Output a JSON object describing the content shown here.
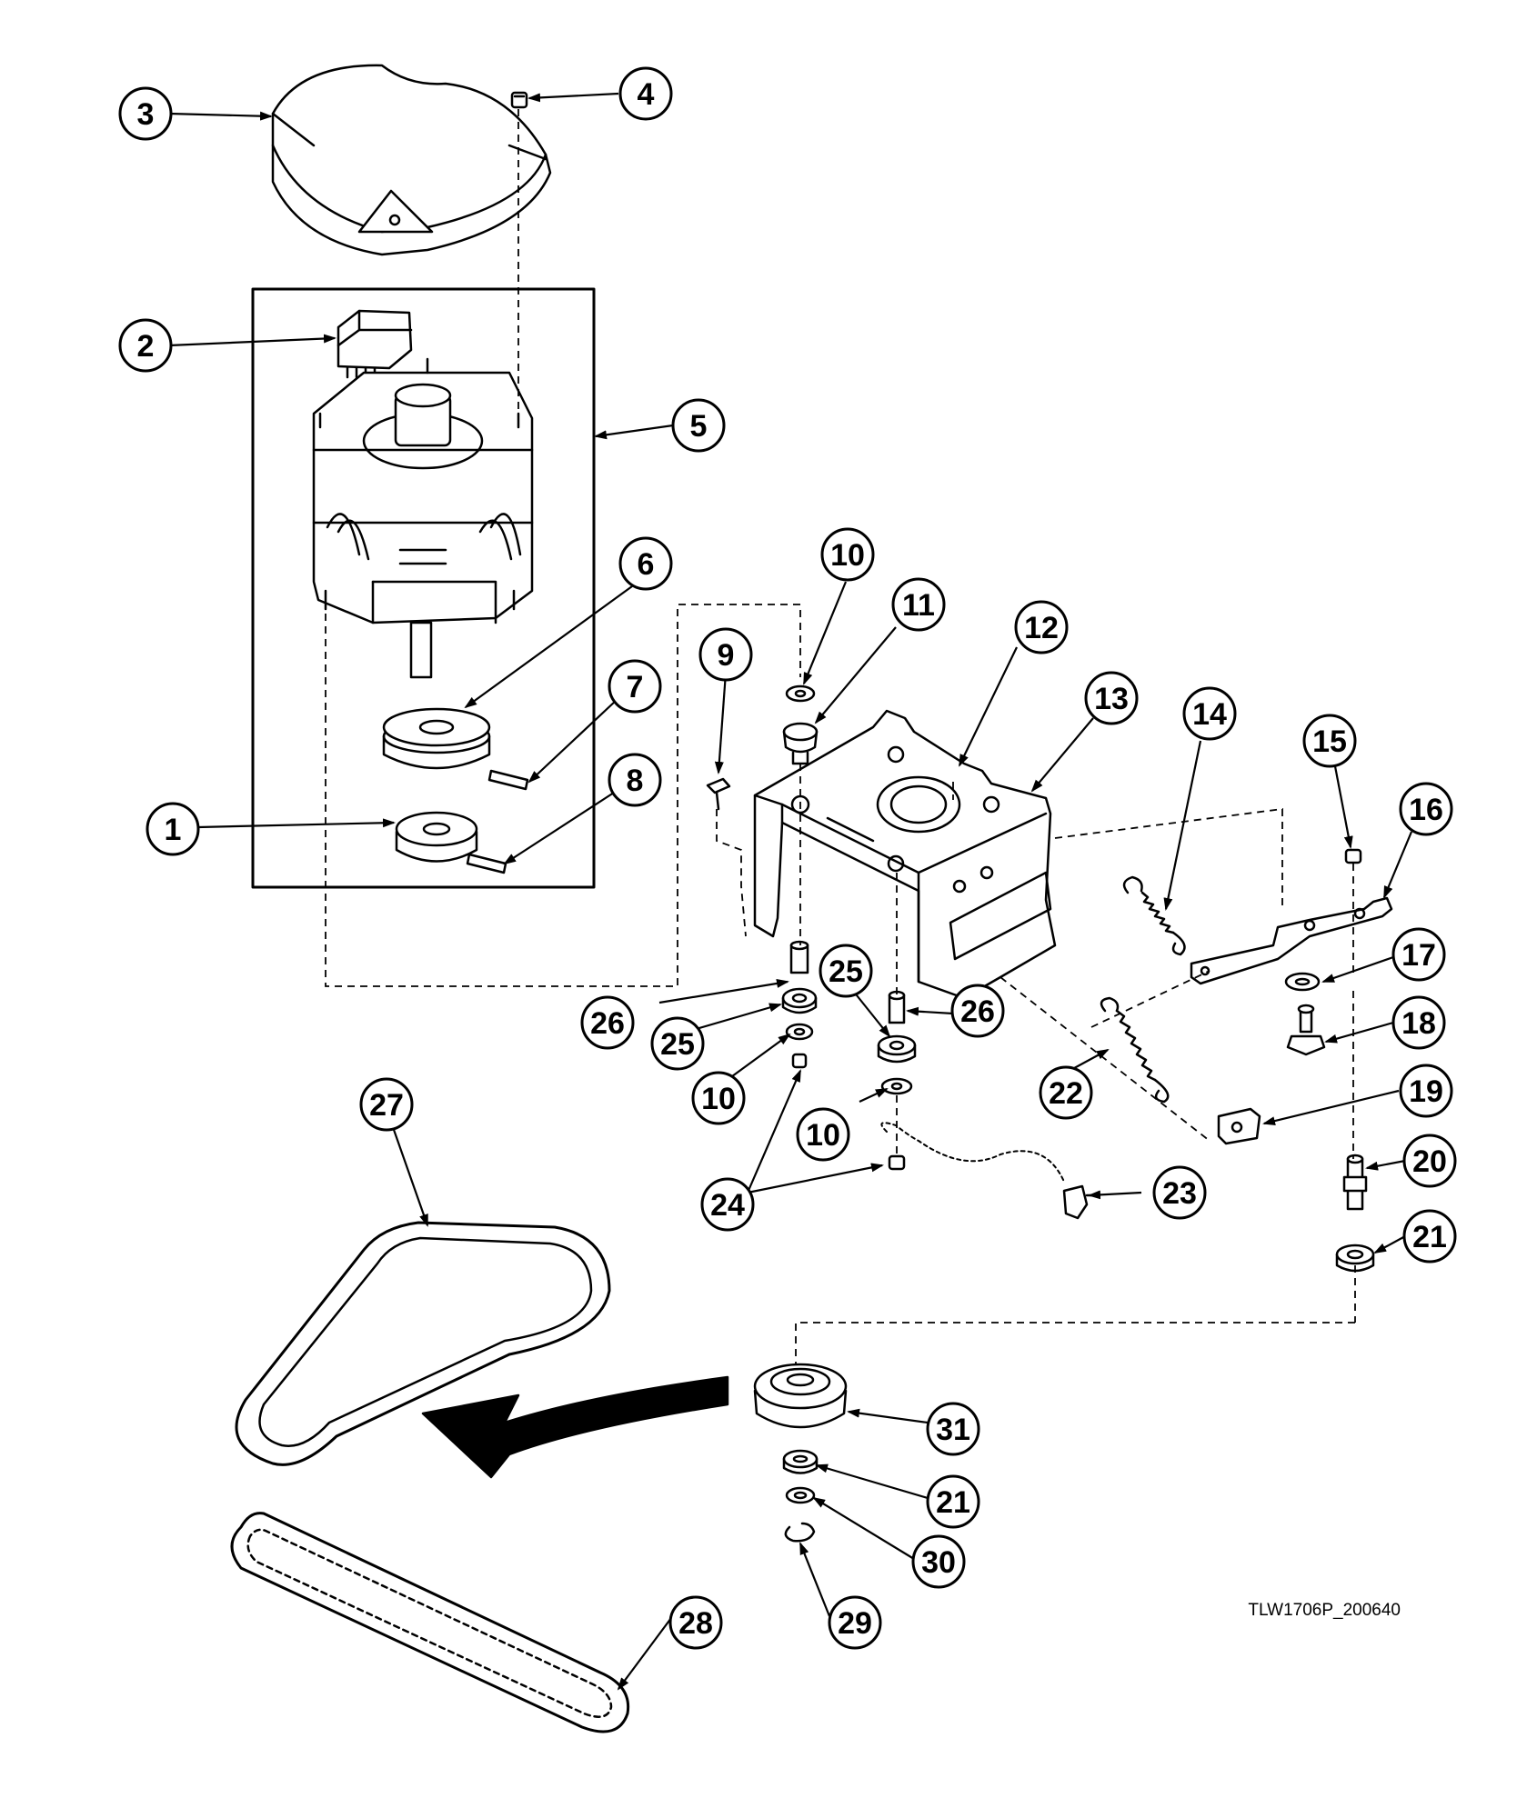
{
  "drawing_id": "TLW1706P_200640",
  "callouts": [
    {
      "label": "1"
    },
    {
      "label": "2"
    },
    {
      "label": "3"
    },
    {
      "label": "4"
    },
    {
      "label": "5"
    },
    {
      "label": "6"
    },
    {
      "label": "7"
    },
    {
      "label": "8"
    },
    {
      "label": "9"
    },
    {
      "label": "10"
    },
    {
      "label": "10"
    },
    {
      "label": "10"
    },
    {
      "label": "11"
    },
    {
      "label": "12"
    },
    {
      "label": "13"
    },
    {
      "label": "14"
    },
    {
      "label": "15"
    },
    {
      "label": "16"
    },
    {
      "label": "17"
    },
    {
      "label": "18"
    },
    {
      "label": "19"
    },
    {
      "label": "20"
    },
    {
      "label": "21"
    },
    {
      "label": "21"
    },
    {
      "label": "22"
    },
    {
      "label": "23"
    },
    {
      "label": "24"
    },
    {
      "label": "25"
    },
    {
      "label": "25"
    },
    {
      "label": "26"
    },
    {
      "label": "26"
    },
    {
      "label": "27"
    },
    {
      "label": "28"
    },
    {
      "label": "29"
    },
    {
      "label": "30"
    },
    {
      "label": "31"
    }
  ]
}
